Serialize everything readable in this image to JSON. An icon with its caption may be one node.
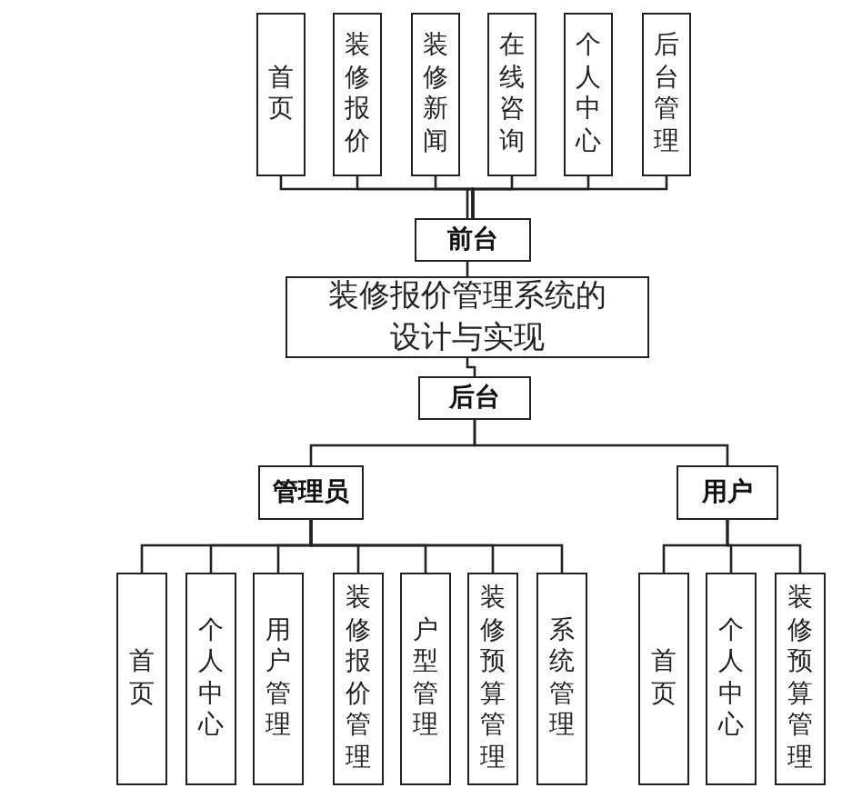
{
  "diagram": {
    "nodes": [
      {
        "text": [
          "首页"
        ]
      },
      {
        "text": [
          "装修报价"
        ]
      },
      {
        "text": [
          "装修新闻"
        ]
      },
      {
        "text": [
          "在线咨询"
        ]
      },
      {
        "text": [
          "个人中心"
        ]
      },
      {
        "text": [
          "后台管理"
        ]
      },
      {
        "text": [
          "前台"
        ]
      },
      {
        "text": [
          "装修报价管理系统的设计与实现"
        ]
      },
      {
        "text": [
          "后台"
        ]
      },
      {
        "text": [
          "管理员"
        ]
      },
      {
        "text": [
          "用户"
        ]
      },
      {
        "text": [
          "首页"
        ]
      },
      {
        "text": [
          "个人中心"
        ]
      },
      {
        "text": [
          "用户管理"
        ]
      },
      {
        "text": [
          "装修报价管理"
        ]
      },
      {
        "text": [
          "户型管理"
        ]
      },
      {
        "text": [
          "装修预算管理"
        ]
      },
      {
        "text": [
          "系统管理"
        ]
      },
      {
        "text": [
          "首页"
        ]
      },
      {
        "text": [
          "个人中心"
        ]
      },
      {
        "text": [
          "装修预算管理"
        ]
      }
    ],
    "edges": [
      {
        "from": 6,
        "to": 0,
        "arrow": "none"
      },
      {
        "from": 6,
        "to": 1,
        "arrow": "none"
      },
      {
        "from": 6,
        "to": 2,
        "arrow": "none"
      },
      {
        "from": 6,
        "to": 3,
        "arrow": "none"
      },
      {
        "from": 6,
        "to": 4,
        "arrow": "none"
      },
      {
        "from": 6,
        "to": 5,
        "arrow": "none"
      },
      {
        "from": 6,
        "to": 7,
        "arrow": "none"
      },
      {
        "from": 7,
        "to": 8,
        "arrow": "none"
      },
      {
        "from": 8,
        "to": 9,
        "arrow": "none"
      },
      {
        "from": 8,
        "to": 10,
        "arrow": "none"
      },
      {
        "from": 9,
        "to": 11,
        "arrow": "none"
      },
      {
        "from": 9,
        "to": 12,
        "arrow": "none"
      },
      {
        "from": 9,
        "to": 13,
        "arrow": "none"
      },
      {
        "from": 9,
        "to": 14,
        "arrow": "none"
      },
      {
        "from": 9,
        "to": 15,
        "arrow": "none"
      },
      {
        "from": 9,
        "to": 16,
        "arrow": "none"
      },
      {
        "from": 9,
        "to": 17,
        "arrow": "none"
      },
      {
        "from": 10,
        "to": 18,
        "arrow": "none"
      },
      {
        "from": 10,
        "to": 19,
        "arrow": "none"
      },
      {
        "from": 10,
        "to": 20,
        "arrow": "none"
      }
    ]
  }
}
